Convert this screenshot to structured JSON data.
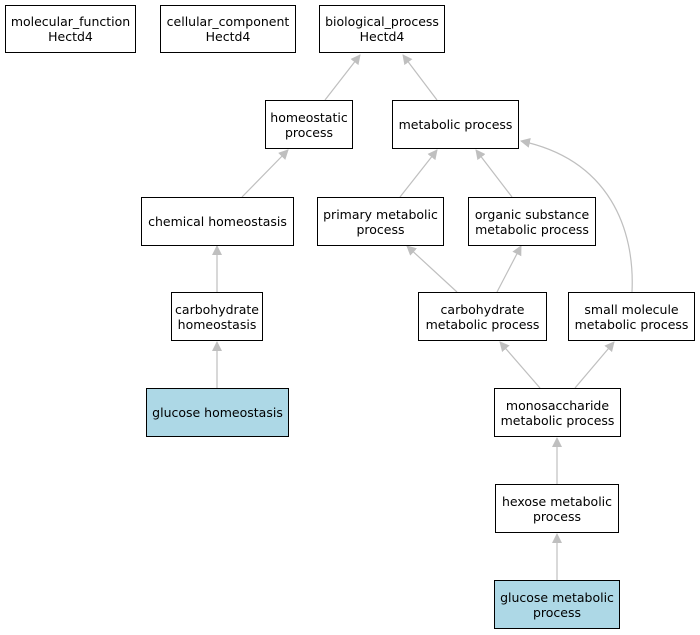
{
  "colors": {
    "highlight": "#add8e6",
    "edge": "#bfbfbf",
    "border": "#000000"
  },
  "nodes": {
    "molecular_function": {
      "line1": "molecular_function",
      "line2": "Hectd4"
    },
    "cellular_component": {
      "line1": "cellular_component",
      "line2": "Hectd4"
    },
    "biological_process": {
      "line1": "biological_process",
      "line2": "Hectd4"
    },
    "homeostatic_process": {
      "line1": "homeostatic",
      "line2": "process"
    },
    "metabolic_process": {
      "line1": "metabolic process"
    },
    "chemical_homeostasis": {
      "line1": "chemical homeostasis"
    },
    "primary_metabolic_process": {
      "line1": "primary metabolic",
      "line2": "process"
    },
    "organic_substance_metabolic_process": {
      "line1": "organic substance",
      "line2": "metabolic process"
    },
    "carbohydrate_homeostasis": {
      "line1": "carbohydrate",
      "line2": "homeostasis"
    },
    "carbohydrate_metabolic_process": {
      "line1": "carbohydrate",
      "line2": "metabolic process"
    },
    "small_molecule_metabolic_process": {
      "line1": "small molecule",
      "line2": "metabolic process"
    },
    "glucose_homeostasis": {
      "line1": "glucose homeostasis"
    },
    "monosaccharide_metabolic_process": {
      "line1": "monosaccharide",
      "line2": "metabolic process"
    },
    "hexose_metabolic_process": {
      "line1": "hexose metabolic",
      "line2": "process"
    },
    "glucose_metabolic_process": {
      "line1": "glucose metabolic",
      "line2": "process"
    }
  }
}
